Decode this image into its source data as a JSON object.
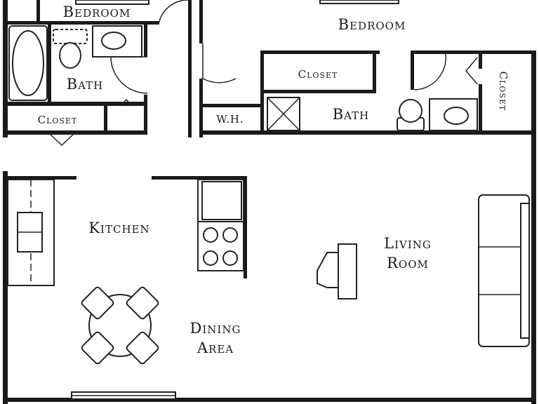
{
  "labels": {
    "bedroom_left": "Bedroom",
    "bedroom_right": "Bedroom",
    "bath_left": "Bath",
    "bath_right": "Bath",
    "closet_left": "Closet",
    "closet_mid": "Closet",
    "closet_right": "Closet",
    "water_heater": "W.H.",
    "kitchen": "Kitchen",
    "living_line1": "Living",
    "living_line2": "Room",
    "dining_line1": "Dining",
    "dining_line2": "Area"
  }
}
